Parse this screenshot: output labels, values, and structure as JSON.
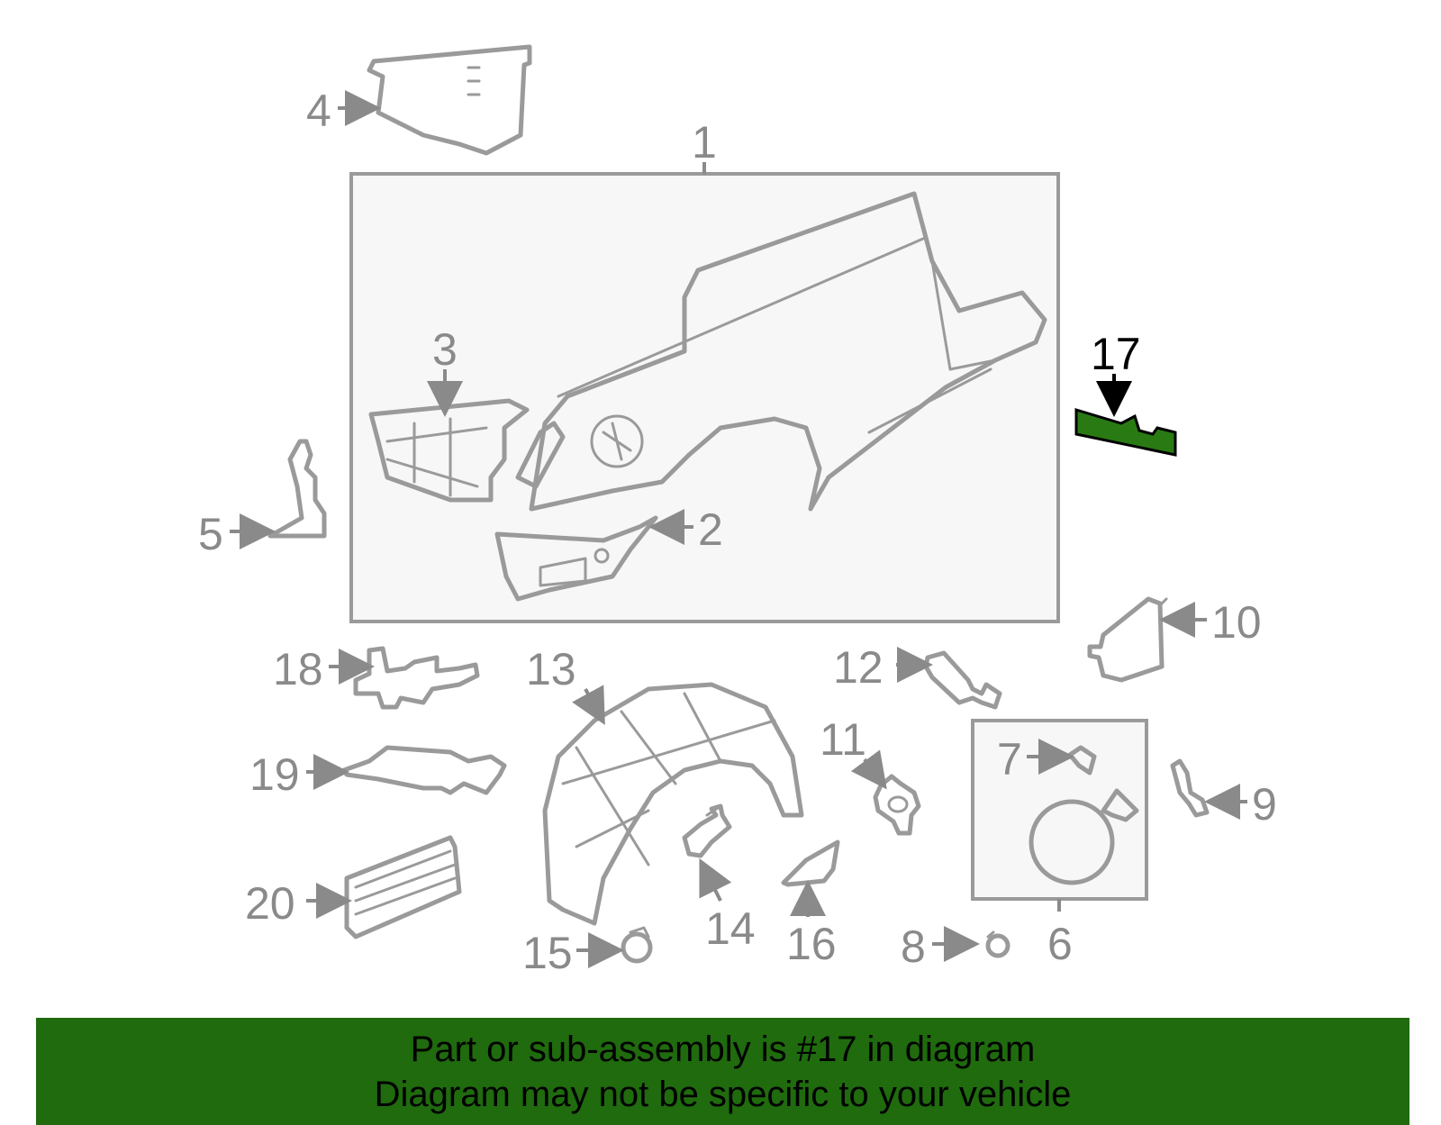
{
  "labels": {
    "p1": "1",
    "p2": "2",
    "p3": "3",
    "p4": "4",
    "p5": "5",
    "p6": "6",
    "p7": "7",
    "p8": "8",
    "p9": "9",
    "p10": "10",
    "p11": "11",
    "p12": "12",
    "p13": "13",
    "p14": "14",
    "p15": "15",
    "p16": "16",
    "p17": "17",
    "p18": "18",
    "p19": "19",
    "p20": "20"
  },
  "highlight": {
    "part": "17",
    "color": "#2a7a14"
  },
  "banner": {
    "line1": "Part or sub-assembly is #17 in diagram",
    "line2": "Diagram may not be specific to your vehicle",
    "color": "#1f6b0e"
  }
}
